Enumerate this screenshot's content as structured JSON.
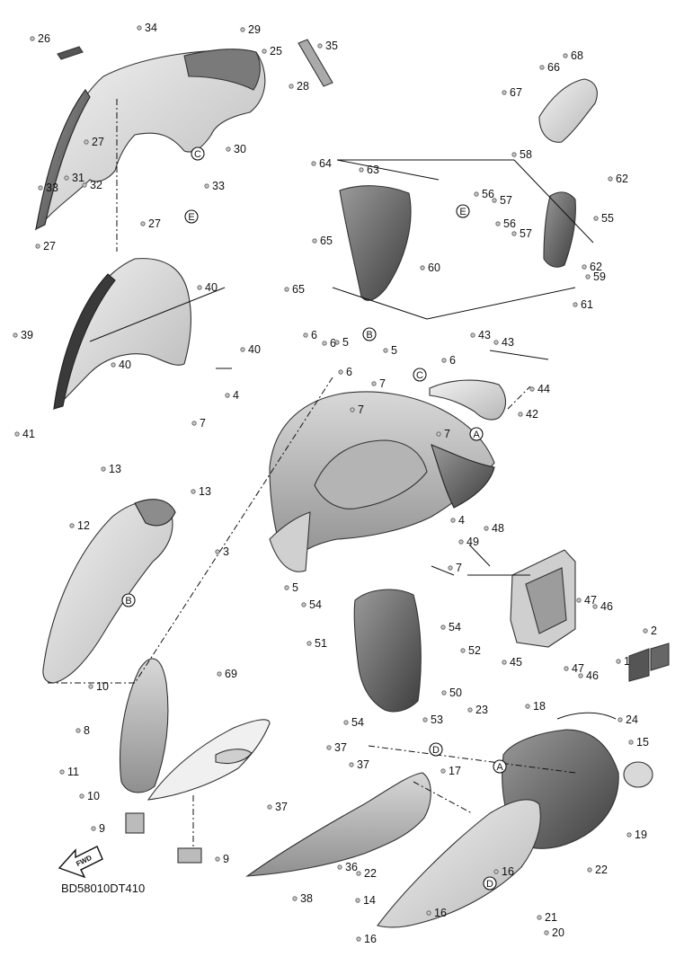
{
  "diagram": {
    "code": "BD58010DT410",
    "fwd_label": "FWD",
    "callouts": [
      "1",
      "2",
      "3",
      "4",
      "4",
      "5",
      "5",
      "5",
      "6",
      "6",
      "6",
      "6",
      "7",
      "7",
      "7",
      "7",
      "7",
      "8",
      "9",
      "9",
      "10",
      "10",
      "11",
      "12",
      "13",
      "13",
      "14",
      "15",
      "16",
      "16",
      "16",
      "17",
      "18",
      "19",
      "20",
      "21",
      "22",
      "22",
      "23",
      "24",
      "25",
      "26",
      "27",
      "27",
      "27",
      "28",
      "29",
      "30",
      "31",
      "32",
      "33",
      "33",
      "34",
      "35",
      "36",
      "37",
      "37",
      "37",
      "38",
      "39",
      "40",
      "40",
      "40",
      "41",
      "42",
      "43",
      "43",
      "44",
      "45",
      "46",
      "46",
      "47",
      "47",
      "48",
      "49",
      "50",
      "51",
      "52",
      "53",
      "54",
      "54",
      "54",
      "55",
      "56",
      "56",
      "57",
      "57",
      "58",
      "59",
      "60",
      "61",
      "62",
      "62",
      "63",
      "64",
      "65",
      "65",
      "66",
      "67",
      "68",
      "69"
    ],
    "refs": [
      "A",
      "A",
      "B",
      "B",
      "C",
      "C",
      "D",
      "D",
      "E",
      "E"
    ],
    "part_colors": {
      "panel_light": "#e4e4e4",
      "panel_mid": "#bdbdbd",
      "panel_dark": "#6f6f6f"
    }
  }
}
